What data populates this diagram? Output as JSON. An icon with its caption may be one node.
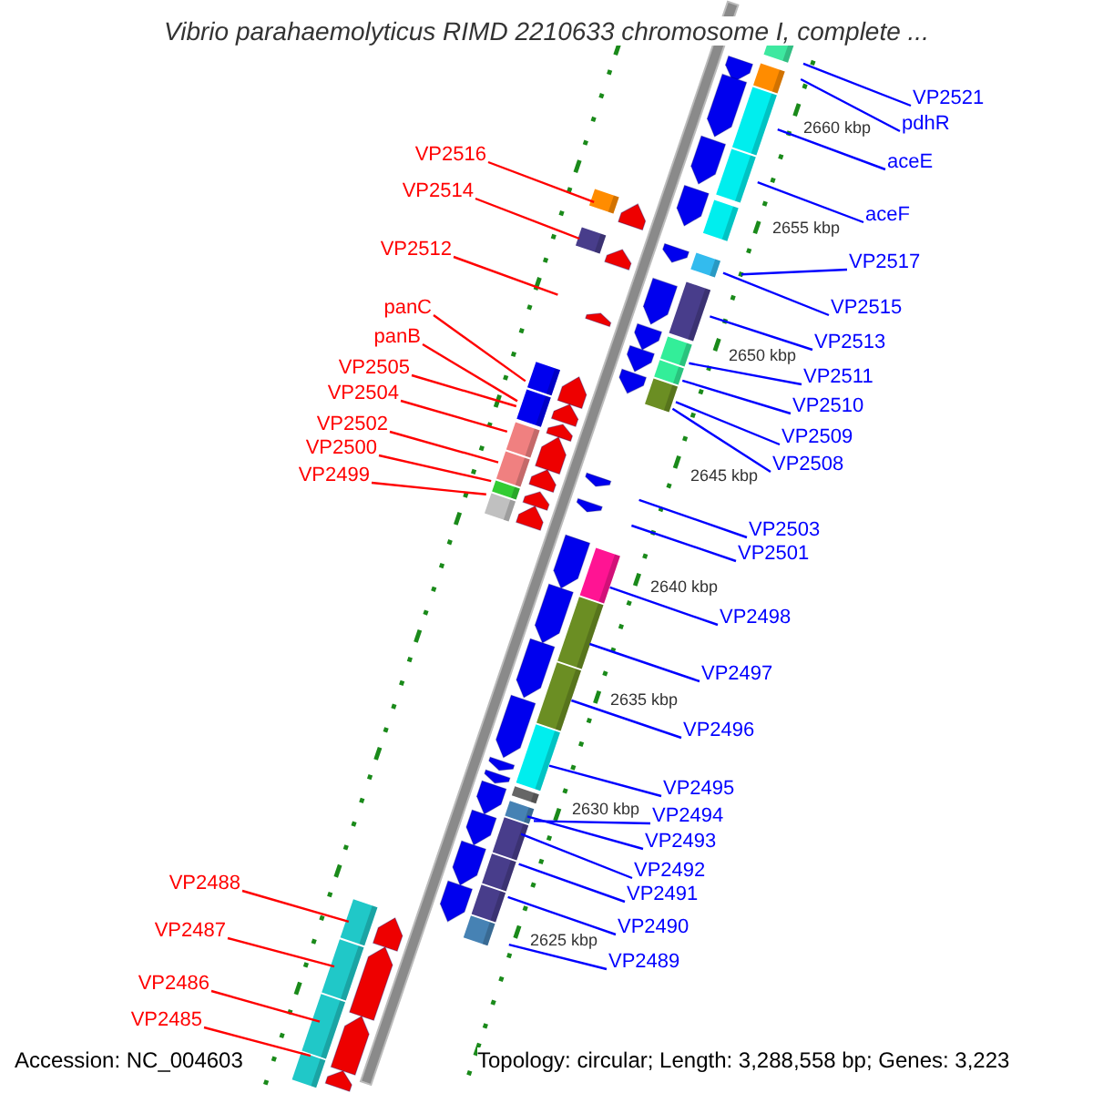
{
  "diagram": {
    "title": "Vibrio parahaemolyticus RIMD 2210633 chromosome I, complete ...",
    "nodes": [
      {
        "text": [
          "VP2521"
        ]
      },
      {
        "text": [
          "pdhR"
        ]
      },
      {
        "text": [
          "VP2516"
        ]
      },
      {
        "text": [
          "aceE"
        ]
      },
      {
        "text": [
          "VP2514"
        ]
      },
      {
        "text": [
          "aceF"
        ]
      },
      {
        "text": [
          "VP2512"
        ]
      },
      {
        "text": [
          "VP2517"
        ]
      },
      {
        "text": [
          "VP2515"
        ]
      },
      {
        "text": [
          "panC"
        ]
      },
      {
        "text": [
          "VP2513"
        ]
      },
      {
        "text": [
          "panB"
        ]
      },
      {
        "text": [
          "VP2505"
        ]
      },
      {
        "text": [
          "VP2511"
        ]
      },
      {
        "text": [
          "VP2504"
        ]
      },
      {
        "text": [
          "VP2510"
        ]
      },
      {
        "text": [
          "VP2502"
        ]
      },
      {
        "text": [
          "VP2509"
        ]
      },
      {
        "text": [
          "VP2500"
        ]
      },
      {
        "text": [
          "VP2508"
        ]
      },
      {
        "text": [
          "VP2499"
        ]
      },
      {
        "text": [
          "VP2503"
        ]
      },
      {
        "text": [
          "VP2501"
        ]
      },
      {
        "text": [
          "VP2498"
        ]
      },
      {
        "text": [
          "VP2497"
        ]
      },
      {
        "text": [
          "VP2496"
        ]
      },
      {
        "text": [
          "VP2495"
        ]
      },
      {
        "text": [
          "VP2494"
        ]
      },
      {
        "text": [
          "VP2493"
        ]
      },
      {
        "text": [
          "VP2492"
        ]
      },
      {
        "text": [
          "VP2491"
        ]
      },
      {
        "text": [
          "VP2488"
        ]
      },
      {
        "text": [
          "VP2490"
        ]
      },
      {
        "text": [
          "VP2489"
        ]
      },
      {
        "text": [
          "VP2487"
        ]
      },
      {
        "text": [
          "VP2486"
        ]
      },
      {
        "text": [
          "VP2485"
        ]
      }
    ],
    "edges": [
      {
        "from": 0,
        "to": null,
        "arrow": "none"
      },
      {
        "from": 1,
        "to": null,
        "arrow": "none"
      },
      {
        "from": 2,
        "to": null,
        "arrow": "none",
        "color": "#ff0000"
      },
      {
        "from": 3,
        "to": null,
        "arrow": "none"
      },
      {
        "from": 4,
        "to": null,
        "arrow": "none",
        "color": "#ff0000"
      },
      {
        "from": 5,
        "to": null,
        "arrow": "none"
      },
      {
        "from": 6,
        "to": null,
        "arrow": "none",
        "color": "#ff0000"
      },
      {
        "from": 7,
        "to": null,
        "arrow": "none"
      },
      {
        "from": 8,
        "to": null,
        "arrow": "none"
      },
      {
        "from": 9,
        "to": null,
        "arrow": "none",
        "color": "#ff0000"
      },
      {
        "from": 10,
        "to": null,
        "arrow": "none"
      },
      {
        "from": 11,
        "to": null,
        "arrow": "none",
        "color": "#ff0000"
      },
      {
        "from": 12,
        "to": null,
        "arrow": "none",
        "color": "#ff0000"
      },
      {
        "from": 13,
        "to": null,
        "arrow": "none"
      },
      {
        "from": 14,
        "to": null,
        "arrow": "none",
        "color": "#ff0000"
      },
      {
        "from": 15,
        "to": null,
        "arrow": "none"
      },
      {
        "from": 16,
        "to": null,
        "arrow": "none",
        "color": "#ff0000"
      },
      {
        "from": 17,
        "to": null,
        "arrow": "none"
      },
      {
        "from": 18,
        "to": null,
        "arrow": "none",
        "color": "#ff0000"
      },
      {
        "from": 19,
        "to": null,
        "arrow": "none"
      },
      {
        "from": 20,
        "to": null,
        "arrow": "none",
        "color": "#ff0000"
      },
      {
        "from": 21,
        "to": null,
        "arrow": "none"
      },
      {
        "from": 22,
        "to": null,
        "arrow": "none"
      },
      {
        "from": 23,
        "to": null,
        "arrow": "none"
      },
      {
        "from": 24,
        "to": null,
        "arrow": "none"
      },
      {
        "from": 25,
        "to": null,
        "arrow": "none"
      },
      {
        "from": 26,
        "to": null,
        "arrow": "none"
      },
      {
        "from": 27,
        "to": null,
        "arrow": "none"
      },
      {
        "from": 28,
        "to": null,
        "arrow": "none"
      },
      {
        "from": 29,
        "to": null,
        "arrow": "none"
      },
      {
        "from": 30,
        "to": null,
        "arrow": "none"
      },
      {
        "from": 31,
        "to": null,
        "arrow": "none",
        "color": "#ff0000"
      },
      {
        "from": 32,
        "to": null,
        "arrow": "none"
      },
      {
        "from": 33,
        "to": null,
        "arrow": "none"
      },
      {
        "from": 34,
        "to": null,
        "arrow": "none",
        "color": "#ff0000"
      },
      {
        "from": 35,
        "to": null,
        "arrow": "none",
        "color": "#ff0000"
      },
      {
        "from": 36,
        "to": null,
        "arrow": "none",
        "color": "#ff0000"
      }
    ],
    "labels": [
      "2660 kbp",
      "2655 kbp",
      "2650 kbp",
      "2645 kbp",
      "2640 kbp",
      "2635 kbp",
      "2630 kbp",
      "2625 kbp",
      "Accession: NC_004603",
      "Topology: circular; Length: 3,288,558 bp; Genes: 3,223"
    ]
  }
}
